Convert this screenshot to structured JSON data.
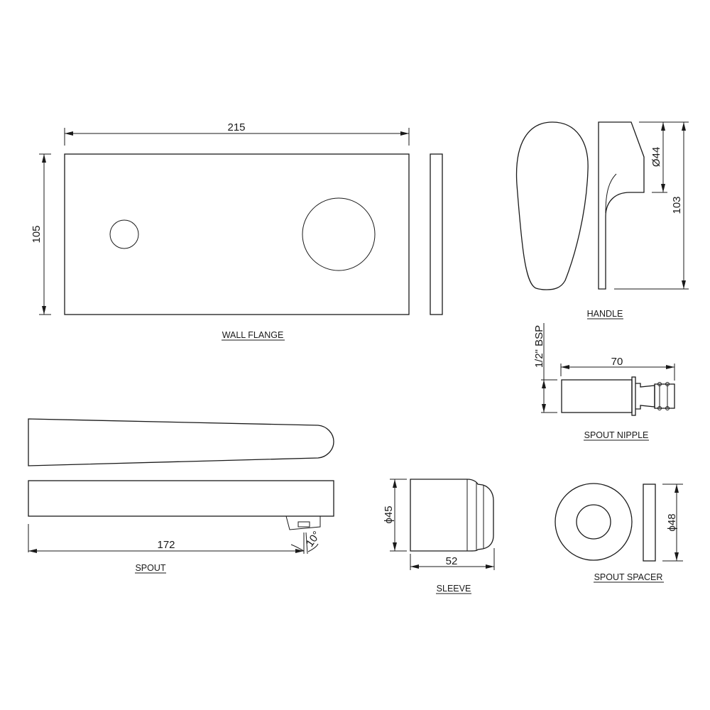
{
  "drawing": {
    "colors": {
      "line": "#1a1a1a",
      "background": "#ffffff"
    },
    "parts": [
      {
        "id": "wall_flange",
        "label": "WALL FLANGE",
        "dimensions": {
          "width": "215",
          "height": "105"
        }
      },
      {
        "id": "handle",
        "label": "HANDLE",
        "dimensions": {
          "diameter": "Ø44",
          "height": "103"
        }
      },
      {
        "id": "spout_nipple",
        "label": "SPOUT NIPPLE",
        "dimensions": {
          "thread": "1/2\" BSP",
          "length": "70"
        }
      },
      {
        "id": "spout",
        "label": "SPOUT",
        "dimensions": {
          "length": "172",
          "angle": "10°"
        }
      },
      {
        "id": "sleeve",
        "label": "SLEEVE",
        "dimensions": {
          "diameter": "ϕ45",
          "length": "52"
        }
      },
      {
        "id": "spout_spacer",
        "label": "SPOUT SPACER",
        "dimensions": {
          "diameter": "ϕ48"
        }
      }
    ]
  }
}
